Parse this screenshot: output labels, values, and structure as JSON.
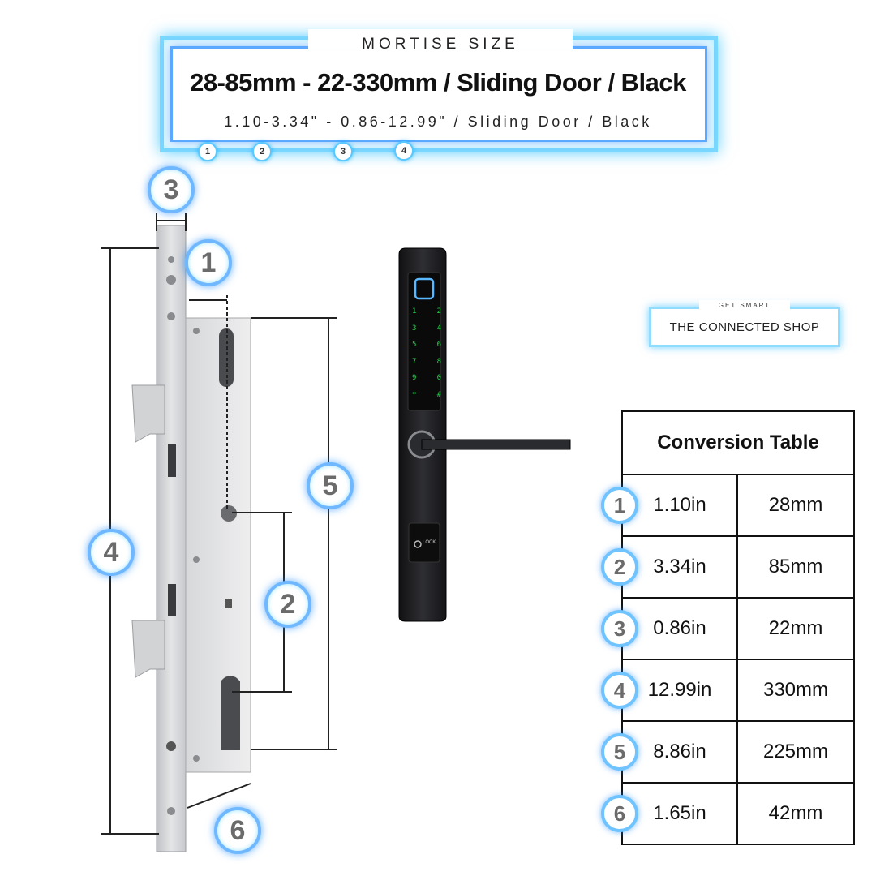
{
  "header": {
    "label": "MORTISE SIZE",
    "title": "28-85mm - 22-330mm / Sliding Door / Black",
    "subtitle": "1.10-3.34\" - 0.86-12.99\" / Sliding Door / Black",
    "mini_badges": [
      "1",
      "2",
      "3",
      "4"
    ]
  },
  "logo": {
    "tagline": "GET SMART",
    "name": "THE CONNECTED SHOP"
  },
  "diagram": {
    "badges": [
      "1",
      "2",
      "3",
      "4",
      "5",
      "6"
    ],
    "keypad_keys": [
      "1",
      "2",
      "3",
      "4",
      "5",
      "6",
      "7",
      "8",
      "9",
      "0",
      "*",
      "#"
    ],
    "lock_button_label": "LOCK"
  },
  "table": {
    "title": "Conversion Table",
    "rows": [
      {
        "num": "1",
        "inches": "1.10in",
        "mm": "28mm"
      },
      {
        "num": "2",
        "inches": "3.34in",
        "mm": "85mm"
      },
      {
        "num": "3",
        "inches": "0.86in",
        "mm": "22mm"
      },
      {
        "num": "4",
        "inches": "12.99in",
        "mm": "330mm"
      },
      {
        "num": "5",
        "inches": "8.86in",
        "mm": "225mm"
      },
      {
        "num": "6",
        "inches": "1.65in",
        "mm": "42mm"
      }
    ]
  },
  "colors": {
    "glow_cyan": "#58e0ff",
    "glow_blue": "#1e6bff",
    "keypad_green": "#22d64a",
    "handle_black": "#1c1c1e",
    "steel": "#d9dadc"
  }
}
